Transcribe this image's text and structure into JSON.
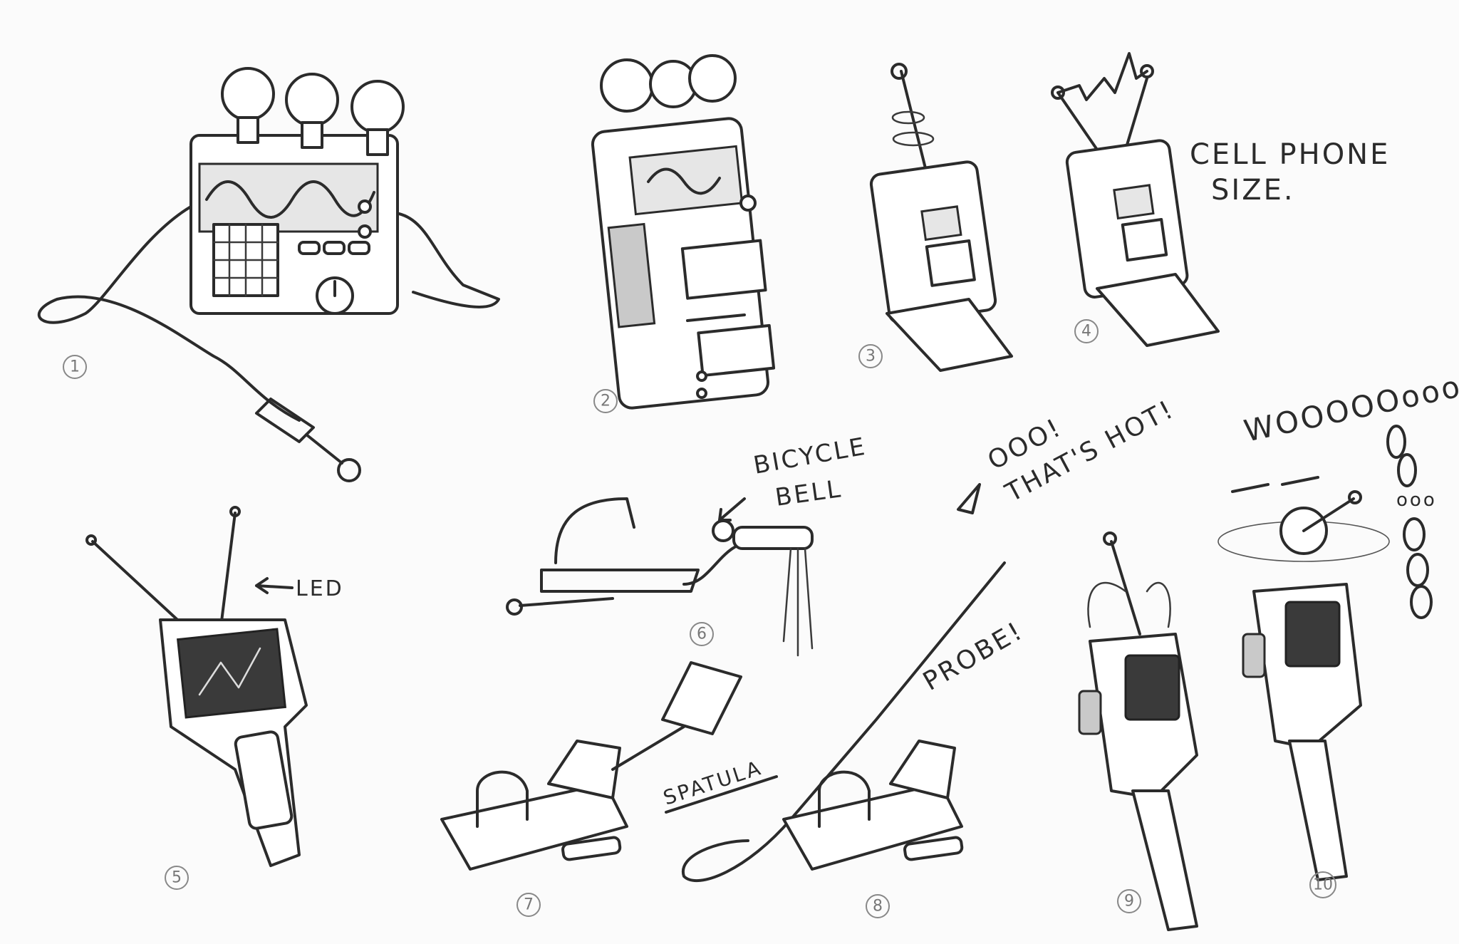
{
  "annotations": {
    "cell_phone_size_line1": "CELL PHONE",
    "cell_phone_size_line2": "SIZE.",
    "bicycle_bell_line1": "BICYCLE",
    "bicycle_bell_line2": "BELL",
    "led": "LED",
    "ooo": "OOO!",
    "thats_hot": "THAT'S HOT!",
    "probe": "PROBE!",
    "spatula": "SPATULA",
    "woo": "WOOOOOoooOO",
    "ooo_small": "ooo"
  },
  "sketch_numbers": [
    "1",
    "2",
    "3",
    "4",
    "5",
    "6",
    "7",
    "8",
    "9",
    "10"
  ],
  "colors": {
    "ink": "#2b2b2b",
    "paper": "#fbfbfb",
    "screen": "#3a3a3a"
  }
}
